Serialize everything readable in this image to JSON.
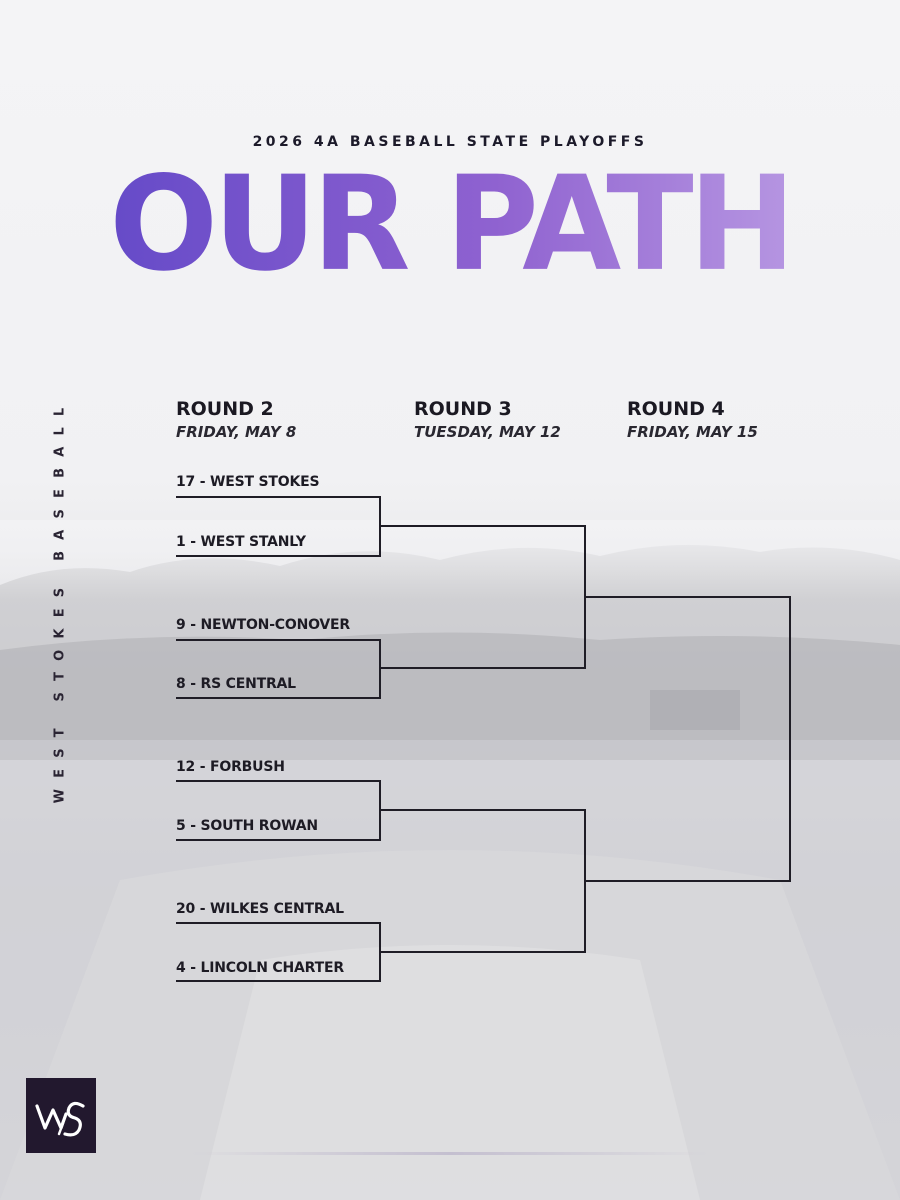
{
  "header": {
    "subtitle": "2026 4A BASEBALL STATE PLAYOFFS",
    "title": "OUR PATH"
  },
  "side_label": "WEST STOKES BASEBALL",
  "rounds": [
    {
      "name": "ROUND 2",
      "date": "FRIDAY, MAY 8"
    },
    {
      "name": "ROUND 3",
      "date": "TUESDAY, MAY 12"
    },
    {
      "name": "ROUND 4",
      "date": "FRIDAY, MAY 15"
    }
  ],
  "teams": [
    "17 - WEST STOKES",
    "1 - WEST STANLY",
    "9 - NEWTON-CONOVER",
    "8 - RS CENTRAL",
    "12 - FORBUSH",
    "5 - SOUTH ROWAN",
    "20 - WILKES CENTRAL",
    "4 - LINCOLN CHARTER"
  ],
  "logo": {
    "icon": "ws-monogram-icon"
  },
  "colors": {
    "title_gradient_start": "#5a44c6",
    "title_gradient_end": "#c4a8e8",
    "logo_background": "#22182e",
    "bracket_line": "#1f1d26"
  }
}
